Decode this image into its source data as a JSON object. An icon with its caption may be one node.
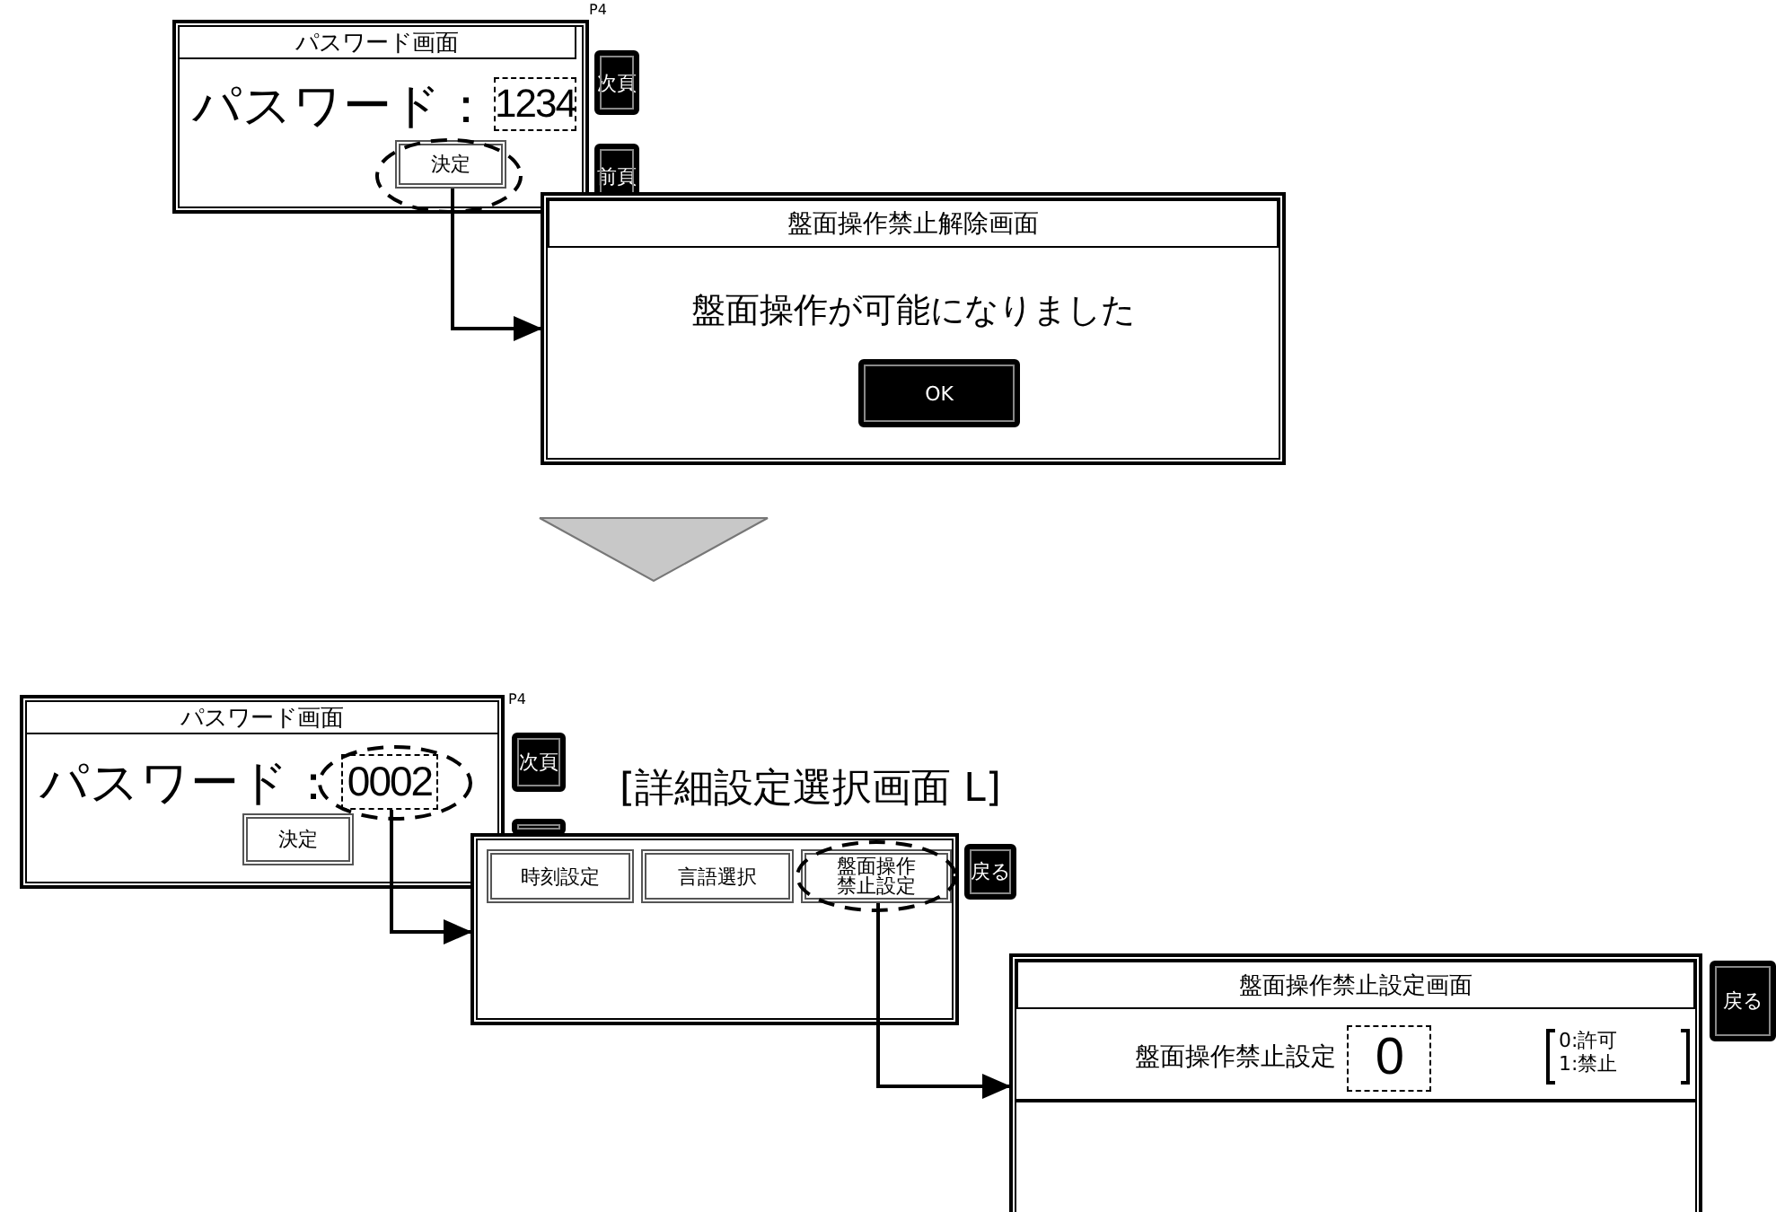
{
  "diagram": {
    "nodes": [
      {
        "text": [
          "パスワード画面",
          "パスワード："
        ],
        "beside": [
          "P4"
        ]
      },
      {
        "text": [
          "1234"
        ],
        "in": 0
      },
      {
        "text": [
          "決定"
        ],
        "in": 0
      },
      {
        "text": [
          "次頁"
        ]
      },
      {
        "text": [
          "前頁"
        ]
      },
      {
        "text": [
          "盤面操作禁止解除画面",
          "盤面操作が可能になりました"
        ]
      },
      {
        "text": [
          "OK"
        ],
        "in": 5
      },
      {
        "text": [
          "パスワード画面",
          "パスワード："
        ],
        "beside": [
          "P4"
        ]
      },
      {
        "text": [
          "0002"
        ],
        "in": 7
      },
      {
        "text": [
          "決定"
        ],
        "in": 7
      },
      {
        "text": [
          "次頁"
        ]
      },
      {
        "text": [],
        "shape": "box"
      },
      {
        "text": [],
        "shape": "box"
      },
      {
        "text": [
          "時刻設定"
        ],
        "in": 12
      },
      {
        "text": [
          "言語選択"
        ],
        "in": 12
      },
      {
        "text": [
          "盤面操作禁止設定"
        ],
        "in": 12
      },
      {
        "text": [
          "戻る"
        ]
      },
      {
        "text": [
          "盤面操作禁止設定画面",
          "盤面操作禁止設定",
          "0:許可",
          "1:禁止"
        ]
      },
      {
        "text": [
          "0"
        ],
        "in": 17
      },
      {
        "text": [
          "戻る"
        ]
      },
      {
        "text": [],
        "shape": "triangle"
      }
    ],
    "edges": [
      {
        "from": 2,
        "to": 5,
        "arrow": "to"
      },
      {
        "from": 8,
        "to": 12,
        "arrow": "to"
      },
      {
        "from": 15,
        "to": 17,
        "arrow": "to"
      }
    ],
    "labels": [
      "[詳細設定選択画面 L]"
    ]
  }
}
